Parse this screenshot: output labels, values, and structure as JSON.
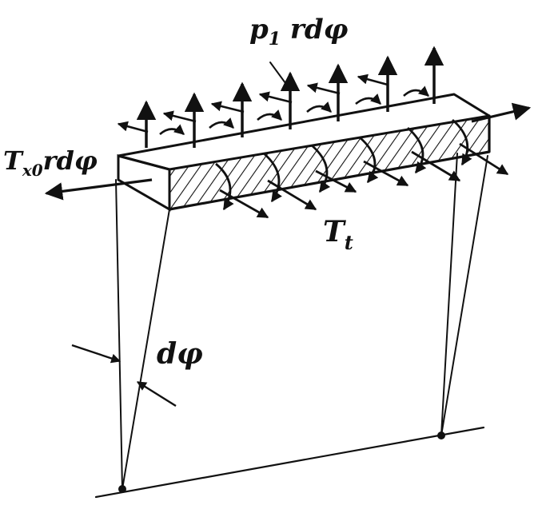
{
  "labels": {
    "normal_load": {
      "main": "p",
      "sub": "1",
      "tail": " rdφ"
    },
    "axial_force": {
      "main": "T",
      "sub": "x0",
      "tail": "rdφ"
    },
    "twisting": {
      "main": "T",
      "sub": "t"
    },
    "angle": {
      "main": "dφ"
    }
  },
  "colors": {
    "ink": "#111111",
    "paper": "#ffffff"
  }
}
